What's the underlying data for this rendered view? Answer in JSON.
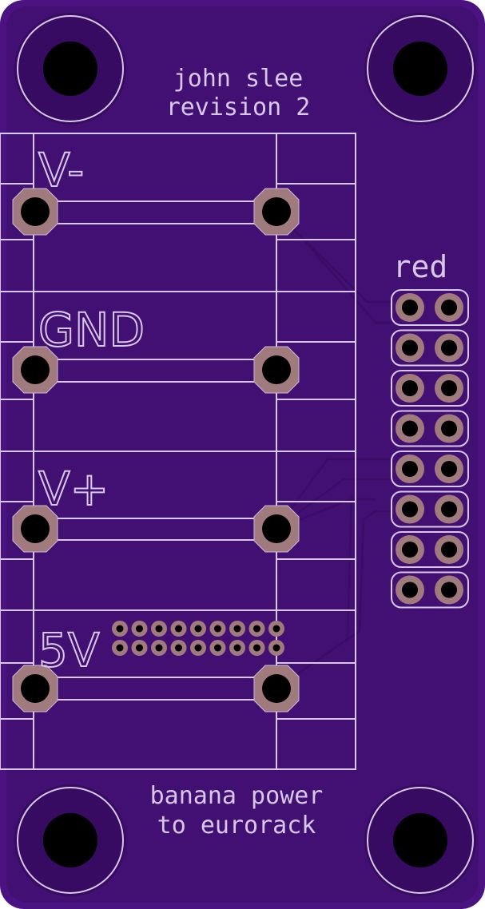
{
  "board": {
    "colors": {
      "background": "#ffffff",
      "substrate": "#4b1282",
      "copper_fill": "#420f73",
      "silkscreen": "#d8c8e8",
      "pad": "#a07a7c",
      "hole": "#000000",
      "trace_shadow": "#3a0c66"
    },
    "header_text": [
      "john slee",
      "revision 2"
    ],
    "footer_text": [
      "banana power",
      "to eurorack"
    ],
    "sections": [
      {
        "label": "V-"
      },
      {
        "label": "GND"
      },
      {
        "label": "V+"
      },
      {
        "label": "5V"
      }
    ],
    "connector_label": "red",
    "connector_pins": 16,
    "via_count": 18,
    "mounting_holes": 4
  }
}
